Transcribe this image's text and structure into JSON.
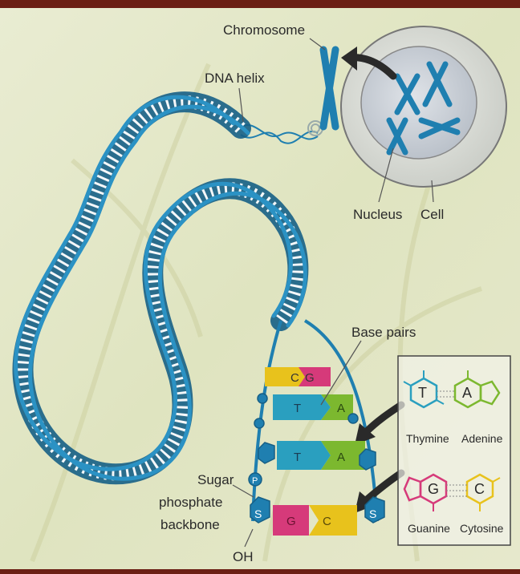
{
  "labels": {
    "chromosome": "Chromosome",
    "dna_helix": "DNA helix",
    "nucleus": "Nucleus",
    "cell": "Cell",
    "base_pairs": "Base pairs",
    "sugar_backbone": [
      "Sugar",
      "phosphate",
      "backbone"
    ],
    "oh": "OH"
  },
  "bases": {
    "thymine": {
      "letter": "T",
      "name": "Thymine",
      "color": "#2a9fbf"
    },
    "adenine": {
      "letter": "A",
      "name": "Adenine",
      "color": "#7cb82f"
    },
    "guanine": {
      "letter": "G",
      "name": "Guanine",
      "color": "#d63a7a"
    },
    "cytosine": {
      "letter": "C",
      "name": "Cytosine",
      "color": "#e8c21c"
    }
  },
  "ladder_rows": [
    {
      "left": "C",
      "right": "G"
    },
    {
      "left": "T",
      "right": "A"
    },
    {
      "left": "T",
      "right": "A"
    },
    {
      "left": "G",
      "right": "C"
    }
  ],
  "backbone_letters": {
    "sugar": "S",
    "phosphate": "P"
  },
  "colors": {
    "helix": "#1f7fb0",
    "helix_dark": "#165f86",
    "frame": "#6b1f14"
  }
}
